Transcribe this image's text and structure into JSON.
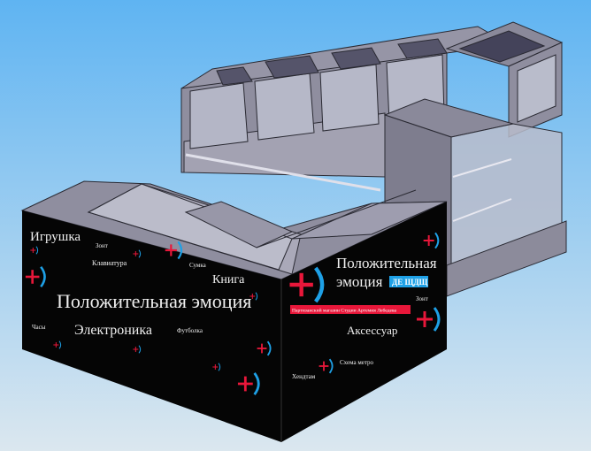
{
  "colors": {
    "sky_top": "#5fb4f2",
    "sky_bottom": "#dbe7ef",
    "panel": "#050505",
    "plus": "#e8173a",
    "bracket": "#1ea0e6",
    "metal_light": "#a9a8b8",
    "metal_mid": "#8c8b9b",
    "metal_dark": "#6f6e7c",
    "glass": "#b9bccb"
  },
  "left_panel": {
    "slogan": "Положительная эмоция",
    "words": [
      "Игрушка",
      "Зонт",
      "Клавиатура",
      "Сумка",
      "Книга",
      "Часы",
      "Электроника",
      "Футболка"
    ]
  },
  "right_panel": {
    "slogan_line1": "Положительная",
    "slogan_line2": "эмоция",
    "badge": "ДЕ ЩДЩ",
    "strip": "Партизанский магазин Студии Артемия Лебедева",
    "words": [
      "Зонт",
      "Аксессуар",
      "Хендтам",
      "Схема метро"
    ]
  }
}
